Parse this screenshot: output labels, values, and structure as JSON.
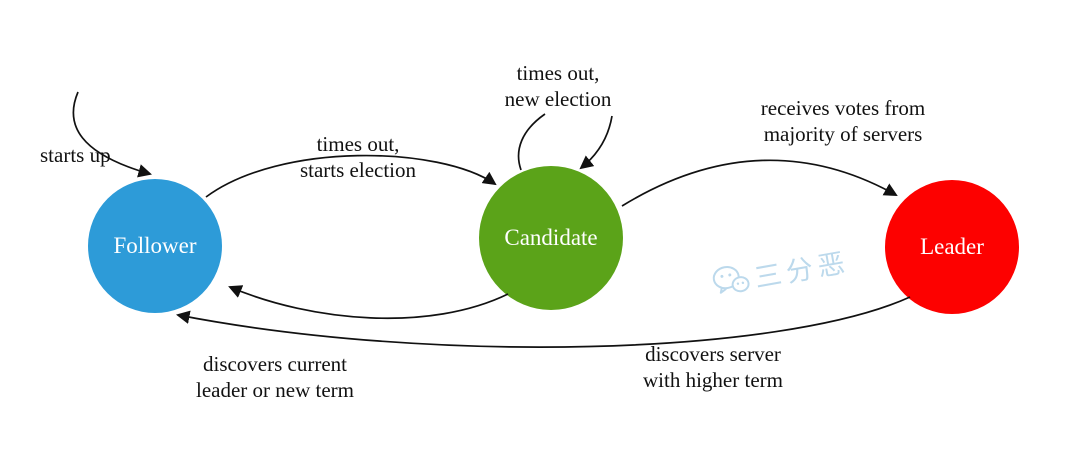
{
  "diagram": {
    "nodes": [
      {
        "id": "follower",
        "label": "Follower",
        "color": "#2D9BD8"
      },
      {
        "id": "candidate",
        "label": "Candidate",
        "color": "#5BA319"
      },
      {
        "id": "leader",
        "label": "Leader",
        "color": "#FD0100"
      }
    ],
    "edges": {
      "starts_up": {
        "label": "starts up"
      },
      "follower_to_candidate": {
        "line1": "times out,",
        "line2": "starts election"
      },
      "candidate_self": {
        "line1": "times out,",
        "line2": "new election"
      },
      "candidate_to_leader": {
        "line1": "receives votes from",
        "line2": "majority of servers"
      },
      "candidate_to_follower": {
        "line1": "discovers current",
        "line2": "leader or new term"
      },
      "leader_to_follower": {
        "line1": "discovers server",
        "line2": "with higher term"
      }
    },
    "watermark": {
      "text": "三分恶",
      "color": "#BCD9EC"
    },
    "arrow_color": "#111111"
  }
}
